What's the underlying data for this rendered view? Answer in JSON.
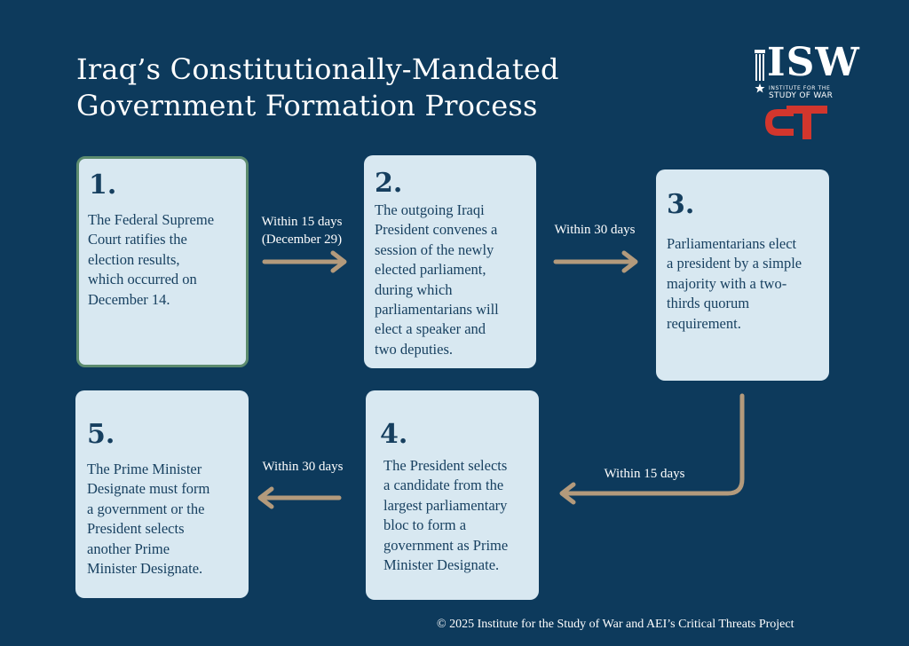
{
  "title": {
    "line1": "Iraq’s Constitutionally-Mandated",
    "line2": "Government Formation Process"
  },
  "logos": {
    "isw": "ISW",
    "isw_subtitle_line1": "INSTITUTE FOR THE",
    "isw_subtitle_line2": "STUDY OF WAR",
    "ct": "CT"
  },
  "steps": [
    {
      "number": "1.",
      "lines": [
        "The Federal Supreme",
        "Court ratifies the",
        "election results,",
        "which occurred on",
        "December 14."
      ]
    },
    {
      "number": "2.",
      "lines": [
        "The outgoing Iraqi",
        "President convenes a",
        "session of the newly",
        "elected parliament,",
        "during which",
        "parliamentarians will",
        "elect a speaker and",
        "two deputies."
      ]
    },
    {
      "number": "3.",
      "lines": [
        "Parliamentarians elect",
        "a president by a simple",
        "majority with a two-",
        "thirds quorum",
        "requirement."
      ]
    },
    {
      "number": "4.",
      "lines": [
        "The President selects",
        "a candidate from the",
        "largest parliamentary",
        "bloc to form a",
        "government as Prime",
        "Minister Designate."
      ]
    },
    {
      "number": "5.",
      "lines": [
        "The Prime Minister",
        "Designate must form",
        "a government or the",
        "President selects",
        "another Prime",
        "Minister Designate."
      ]
    }
  ],
  "connectors": [
    {
      "line1": "Within 15 days",
      "line2": "(December 29)"
    },
    {
      "line1": "Within 30 days"
    },
    {
      "line1": "Within 15 days"
    },
    {
      "line1": "Within 30 days"
    }
  ],
  "footer": "© 2025 Institute for the Study of War and AEI’s Critical Threats Project",
  "colors": {
    "background": "#0d3a5c",
    "box": "#d8e8f1",
    "box_text": "#163f5f",
    "first_box_border": "#5c8b6e",
    "arrow": "#b39a7c",
    "ct_red": "#d2362d"
  }
}
